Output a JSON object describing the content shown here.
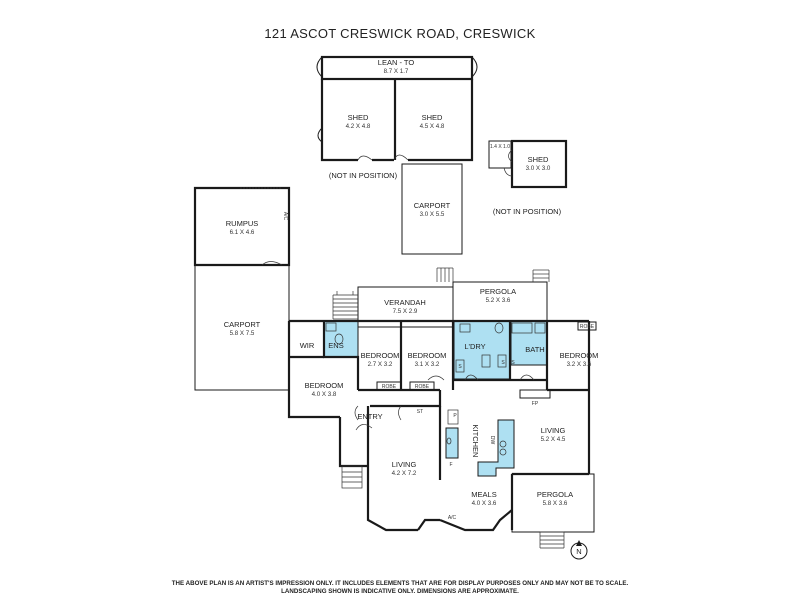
{
  "title": "121 ASCOT CRESWICK ROAD, CRESWICK",
  "rooms": {
    "lean_to": {
      "name": "LEAN - TO",
      "dims": "8.7 X 1.7"
    },
    "shed_1": {
      "name": "SHED",
      "dims": "4.2 X 4.8"
    },
    "shed_2": {
      "name": "SHED",
      "dims": "4.5 X 4.8"
    },
    "shed_3": {
      "name": "SHED",
      "dims": "3.0 X 3.0"
    },
    "small_shed_dims": "1.4 X 1.0",
    "carport_top": {
      "name": "CARPORT",
      "dims": "3.0 X 5.5"
    },
    "rumpus": {
      "name": "RUMPUS",
      "dims": "6.1 X 4.6"
    },
    "carport_main": {
      "name": "CARPORT",
      "dims": "5.8 X 7.5"
    },
    "verandah": {
      "name": "VERANDAH",
      "dims": "7.5 X 2.9"
    },
    "pergola_top": {
      "name": "PERGOLA",
      "dims": "5.2 X 3.6"
    },
    "wir": {
      "name": "WIR"
    },
    "ens": {
      "name": "ENS"
    },
    "bedroom_a": {
      "name": "BEDROOM",
      "dims": "2.7 X 3.2"
    },
    "bedroom_b": {
      "name": "BEDROOM",
      "dims": "3.1 X 3.2"
    },
    "ldry": {
      "name": "L'DRY"
    },
    "bath": {
      "name": "BATH"
    },
    "bedroom_c": {
      "name": "BEDROOM",
      "dims": "3.2 X 3.6"
    },
    "bedroom_d": {
      "name": "BEDROOM",
      "dims": "4.0 X 3.8"
    },
    "entry": {
      "name": "ENTRY"
    },
    "living_right": {
      "name": "LIVING",
      "dims": "5.2 X 4.5"
    },
    "living_left": {
      "name": "LIVING",
      "dims": "4.2 X 7.2"
    },
    "kitchen": {
      "name": "KITCHEN"
    },
    "meals": {
      "name": "MEALS",
      "dims": "4.0 X 3.6"
    },
    "pergola_bottom": {
      "name": "PERGOLA",
      "dims": "5.8 X 3.6"
    }
  },
  "notes": {
    "not_in_position": "(NOT IN POSITION)",
    "robe": "ROBE",
    "st": "ST",
    "ac": "A/C",
    "fp": "FP",
    "dw": "DW",
    "p": "P",
    "f": "F",
    "s": "S"
  },
  "compass": "N",
  "disclaimer": {
    "line1": "THE ABOVE PLAN IS AN ARTIST'S IMPRESSION ONLY. IT INCLUDES ELEMENTS THAT ARE FOR DISPLAY PURPOSES ONLY AND MAY NOT BE TO SCALE.",
    "line2": "LANDSCAPING SHOWN IS INDICATIVE ONLY. DIMENSIONS ARE APPROXIMATE."
  },
  "colors": {
    "wet_area": "#aee0f2",
    "wall": "#1a1a1a"
  }
}
